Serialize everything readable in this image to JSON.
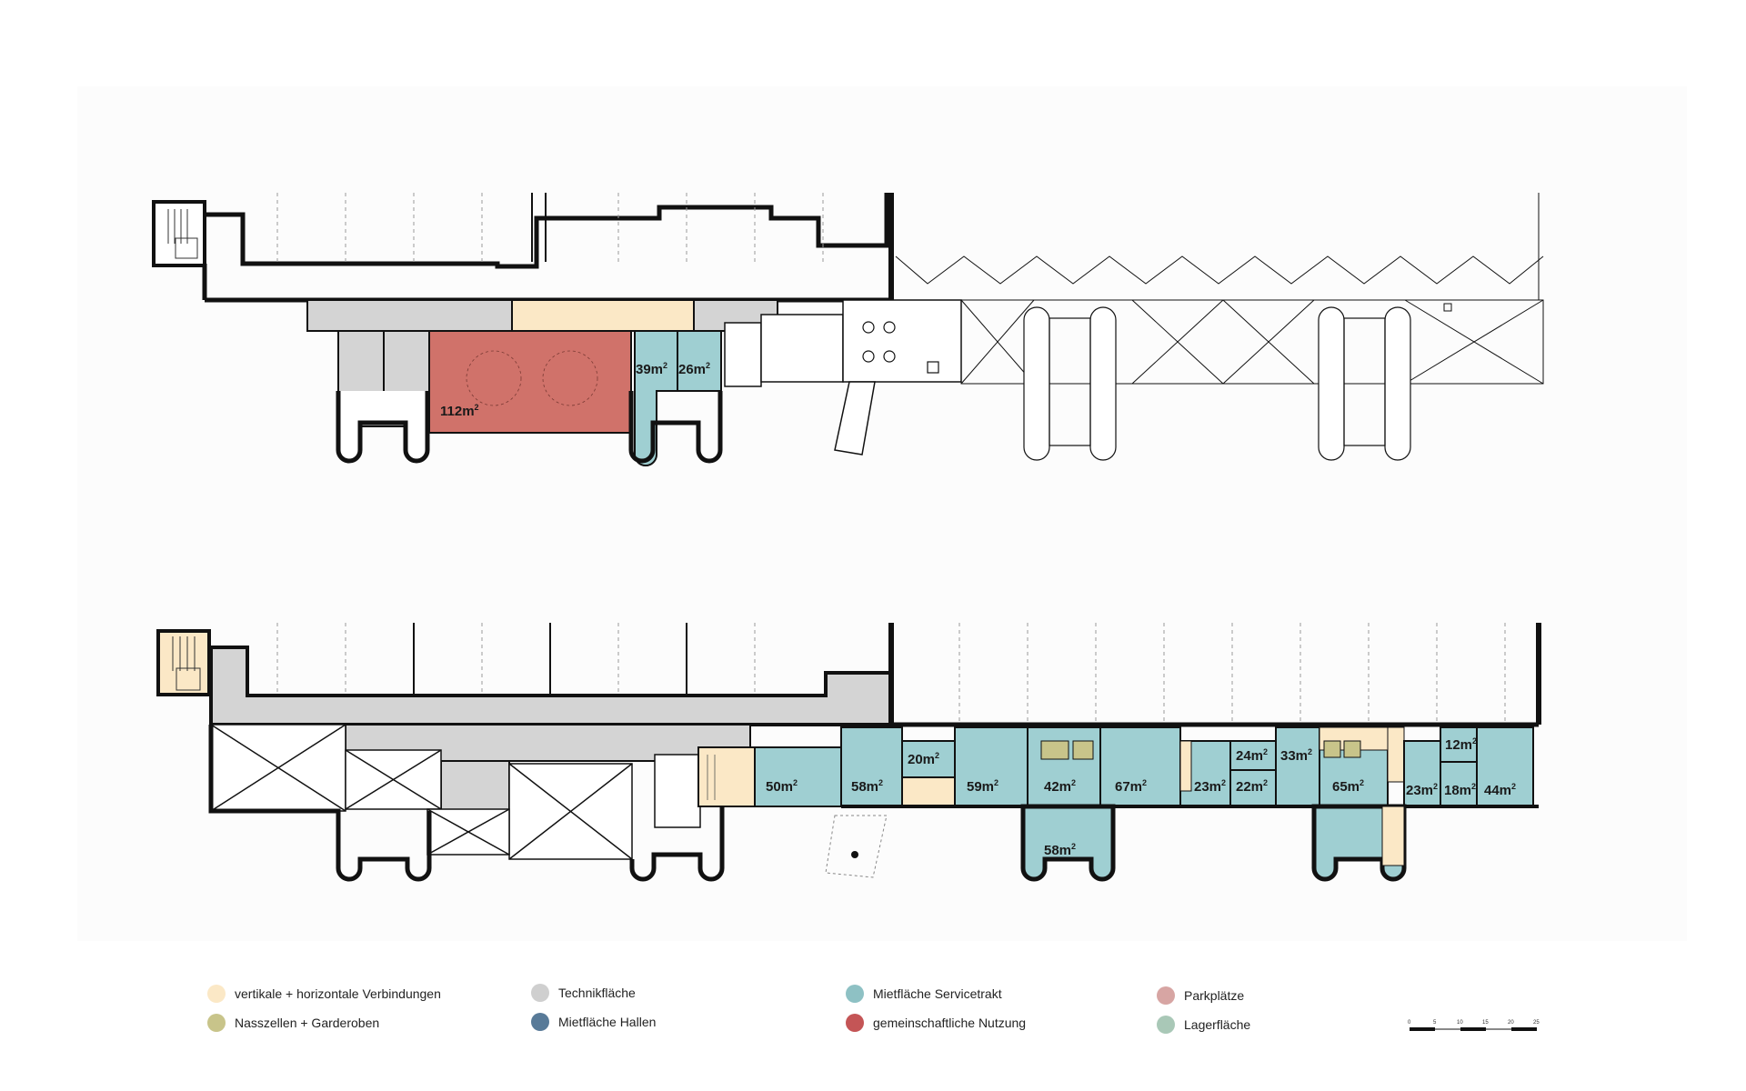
{
  "upper_plan": {
    "rooms": [
      {
        "area": "112m",
        "sup": "2",
        "category": "gemeinschaftliche Nutzung"
      },
      {
        "area": "39m",
        "sup": "2",
        "category": "Mietfläche Servicetrakt"
      },
      {
        "area": "26m",
        "sup": "2",
        "category": "Mietfläche Servicetrakt"
      }
    ]
  },
  "lower_plan": {
    "rooms": [
      {
        "area": "50m",
        "sup": "2"
      },
      {
        "area": "58m",
        "sup": "2"
      },
      {
        "area": "20m",
        "sup": "2"
      },
      {
        "area": "59m",
        "sup": "2"
      },
      {
        "area": "42m",
        "sup": "2"
      },
      {
        "area": "67m",
        "sup": "2"
      },
      {
        "area": "23m",
        "sup": "2"
      },
      {
        "area": "24m",
        "sup": "2"
      },
      {
        "area": "22m",
        "sup": "2"
      },
      {
        "area": "33m",
        "sup": "2"
      },
      {
        "area": "65m",
        "sup": "2"
      },
      {
        "area": "12m",
        "sup": "2"
      },
      {
        "area": "23m",
        "sup": "2"
      },
      {
        "area": "18m",
        "sup": "2"
      },
      {
        "area": "44m",
        "sup": "2"
      },
      {
        "area": "58m",
        "sup": "2"
      }
    ]
  },
  "legend": [
    {
      "label": "vertikale + horizontale Verbindungen",
      "color": "#fbe8c6"
    },
    {
      "label": "Nasszellen + Garderoben",
      "color": "#c8c48a"
    },
    {
      "label": "Technikfläche",
      "color": "#cfcfcf"
    },
    {
      "label": "Mietfläche Hallen",
      "color": "#587a98"
    },
    {
      "label": "Mietfläche Servicetrakt",
      "color": "#8ec1c4"
    },
    {
      "label": "gemeinschaftliche Nutzung",
      "color": "#c45556"
    },
    {
      "label": "Parkplätze",
      "color": "#d7a5a3"
    },
    {
      "label": "Lagerfläche",
      "color": "#a9c8b7"
    }
  ],
  "scale_bar": {
    "ticks": [
      "0",
      "5",
      "10",
      "15",
      "20",
      "25"
    ]
  },
  "colors": {
    "wall": "#111111",
    "connections": "#fbe8c6",
    "technical": "#d4d4d4",
    "service": "#9fcfd2",
    "common": "#d0726a",
    "wet": "#c8c48a"
  }
}
